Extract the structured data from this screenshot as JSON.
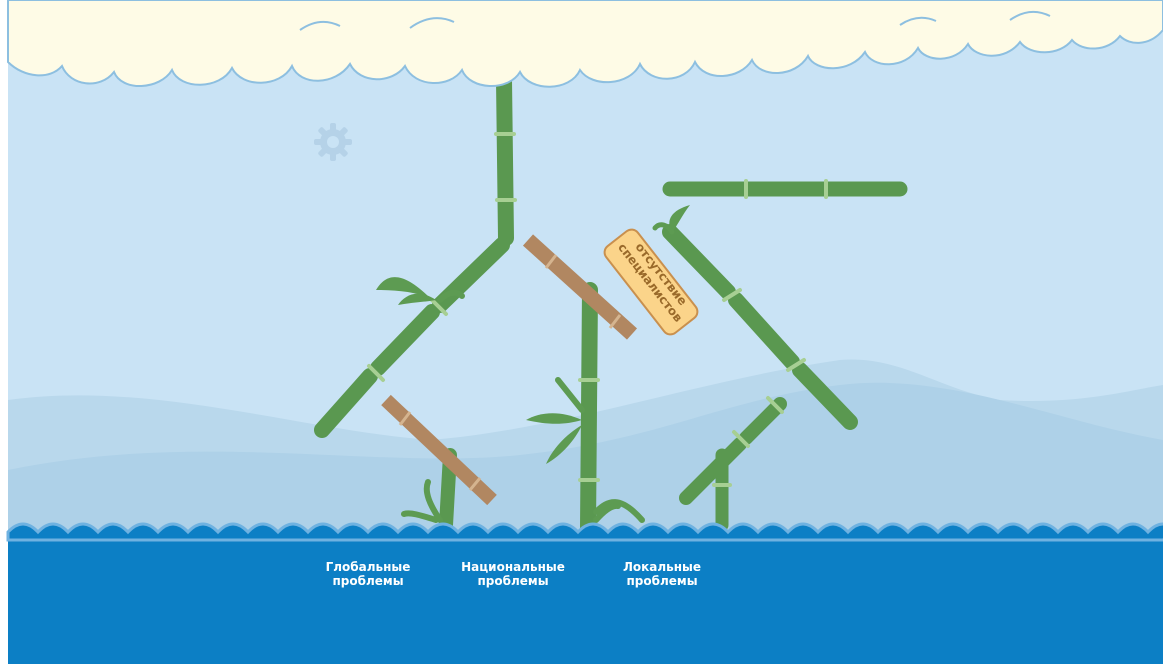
{
  "scene": {
    "colors": {
      "sky": "#c9e3f5",
      "cloud": "#fefbe6",
      "cloud_outline": "#8dbfe0",
      "hill_far": "#b9d8ec",
      "hill_near": "#aed1e8",
      "water": "#0c7fc5",
      "wave_foam": "#6fb2e1",
      "bamboo": "#5a9850",
      "bamboo_node": "#a7cf93",
      "bamboo_leaf": "#5d9b52",
      "bamboo_broken": "#b18761",
      "tag_fill": "#fbd48a",
      "tag_border": "#c9904e",
      "settings_icon": "#b5d2e8"
    }
  },
  "settings": {
    "icon": "gear-icon"
  },
  "tag": {
    "line1": "отсутствие",
    "line2": "специалистов"
  },
  "categories": [
    {
      "line1": "Глобальные",
      "line2": "проблемы"
    },
    {
      "line1": "Национальные",
      "line2": "проблемы"
    },
    {
      "line1": "Локальные",
      "line2": "проблемы"
    }
  ]
}
